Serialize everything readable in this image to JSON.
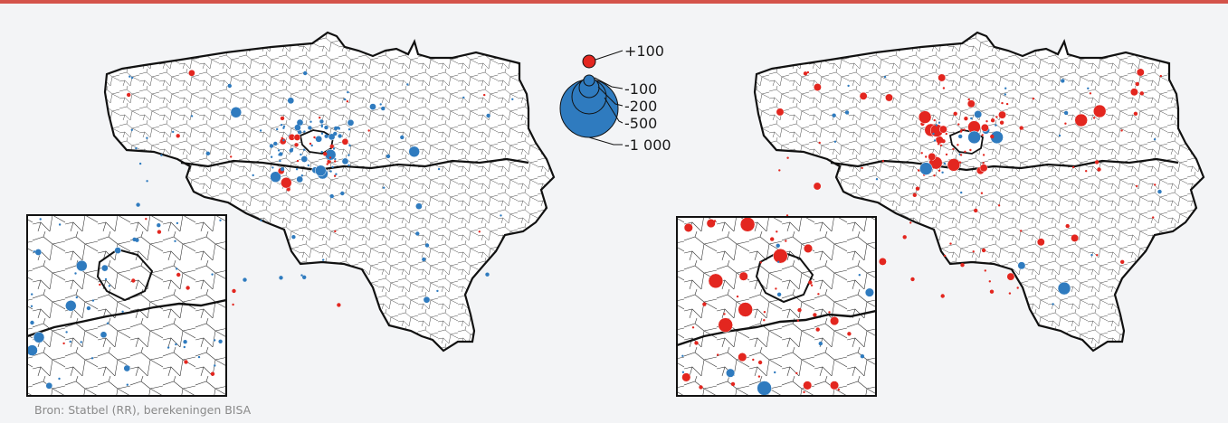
{
  "legend": {
    "items": [
      {
        "label": "+100",
        "sign": "positive",
        "value": 100
      },
      {
        "label": "-100",
        "sign": "negative",
        "value": -100
      },
      {
        "label": "-200",
        "sign": "negative",
        "value": -200
      },
      {
        "label": "-500",
        "sign": "negative",
        "value": -500
      },
      {
        "label": "-1 000",
        "sign": "negative",
        "value": -1000
      }
    ]
  },
  "colors": {
    "positive": "#e3261f",
    "negative": "#2f7bbf",
    "boundary": "#111111",
    "land": "#ffffff",
    "background": "#f3f4f6",
    "accent_rule": "#d4534a"
  },
  "maps": [
    {
      "id": "left",
      "dominant_sign": "negative"
    },
    {
      "id": "right",
      "dominant_sign": "positive"
    }
  ],
  "source": "Bron: Statbel (RR), berekeningen BISA"
}
